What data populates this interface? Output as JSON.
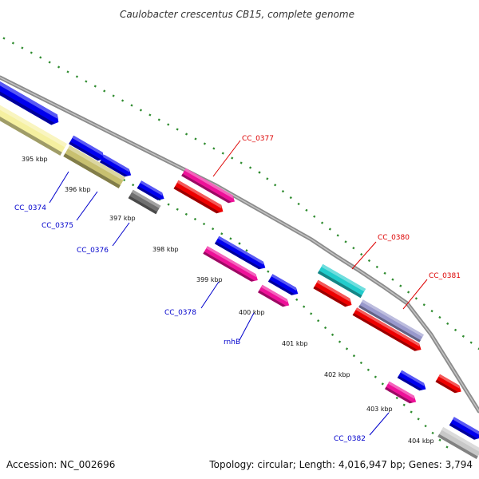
{
  "title": "Caulobacter crescentus CB15, complete genome",
  "footer": {
    "accession": "Accession: NC_002696",
    "summary": "Topology: circular; Length: 4,016,947 bp; Genes: 3,794"
  },
  "colors": {
    "backbone": "#8c8c8c",
    "ticks": "#2e8b2e",
    "label_red": "#dd0000",
    "label_blue": "#0000cc",
    "blue": "#0000ee",
    "yellow": "#f5f0a0",
    "khaki": "#c8c070",
    "gray": "#707070",
    "pink": "#ee1199",
    "red": "#ee0000",
    "cyan": "#22cccc",
    "purple": "#9999cc",
    "lightgray": "#c8c8c8"
  },
  "ticks": [
    "395 kbp",
    "396 kbp",
    "397 kbp",
    "398 kbp",
    "399 kbp",
    "400 kbp",
    "401 kbp",
    "402 kbp",
    "403 kbp",
    "404 kbp"
  ],
  "gene_labels": [
    {
      "text": "CC_0377",
      "color": "red"
    },
    {
      "text": "CC_0380",
      "color": "red"
    },
    {
      "text": "CC_0381",
      "color": "red"
    },
    {
      "text": "CC_0374",
      "color": "blue"
    },
    {
      "text": "CC_0375",
      "color": "blue"
    },
    {
      "text": "CC_0376",
      "color": "blue"
    },
    {
      "text": "CC_0378",
      "color": "blue"
    },
    {
      "text": "rnhB",
      "color": "blue"
    },
    {
      "text": "CC_0382",
      "color": "blue"
    }
  ]
}
